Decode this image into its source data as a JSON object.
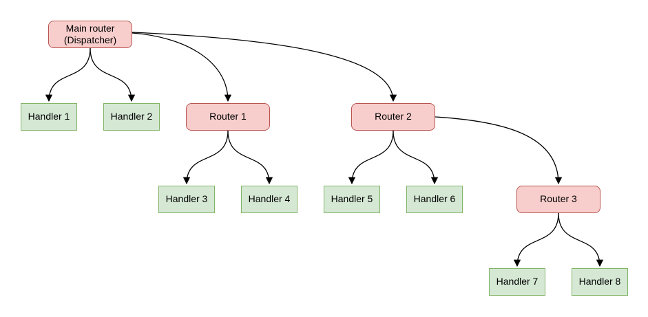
{
  "diagram": {
    "type": "tree",
    "colors": {
      "router_fill": "#f8cecc",
      "router_border": "#b85450",
      "handler_fill": "#d5e8d4",
      "handler_border": "#82b366",
      "edge_stroke": "#000000",
      "background": "#ffffff"
    },
    "nodes": {
      "main_router": {
        "label": "Main router\n(Dispatcher)",
        "kind": "router"
      },
      "handler_1": {
        "label": "Handler 1",
        "kind": "handler"
      },
      "handler_2": {
        "label": "Handler 2",
        "kind": "handler"
      },
      "router_1": {
        "label": "Router 1",
        "kind": "router"
      },
      "router_2": {
        "label": "Router 2",
        "kind": "router"
      },
      "handler_3": {
        "label": "Handler 3",
        "kind": "handler"
      },
      "handler_4": {
        "label": "Handler 4",
        "kind": "handler"
      },
      "handler_5": {
        "label": "Handler 5",
        "kind": "handler"
      },
      "handler_6": {
        "label": "Handler 6",
        "kind": "handler"
      },
      "router_3": {
        "label": "Router 3",
        "kind": "router"
      },
      "handler_7": {
        "label": "Handler 7",
        "kind": "handler"
      },
      "handler_8": {
        "label": "Handler 8",
        "kind": "handler"
      }
    },
    "edges": [
      {
        "from": "main_router",
        "to": "handler_1"
      },
      {
        "from": "main_router",
        "to": "handler_2"
      },
      {
        "from": "main_router",
        "to": "router_1"
      },
      {
        "from": "main_router",
        "to": "router_2"
      },
      {
        "from": "router_1",
        "to": "handler_3"
      },
      {
        "from": "router_1",
        "to": "handler_4"
      },
      {
        "from": "router_2",
        "to": "handler_5"
      },
      {
        "from": "router_2",
        "to": "handler_6"
      },
      {
        "from": "router_2",
        "to": "router_3"
      },
      {
        "from": "router_3",
        "to": "handler_7"
      },
      {
        "from": "router_3",
        "to": "handler_8"
      }
    ]
  }
}
